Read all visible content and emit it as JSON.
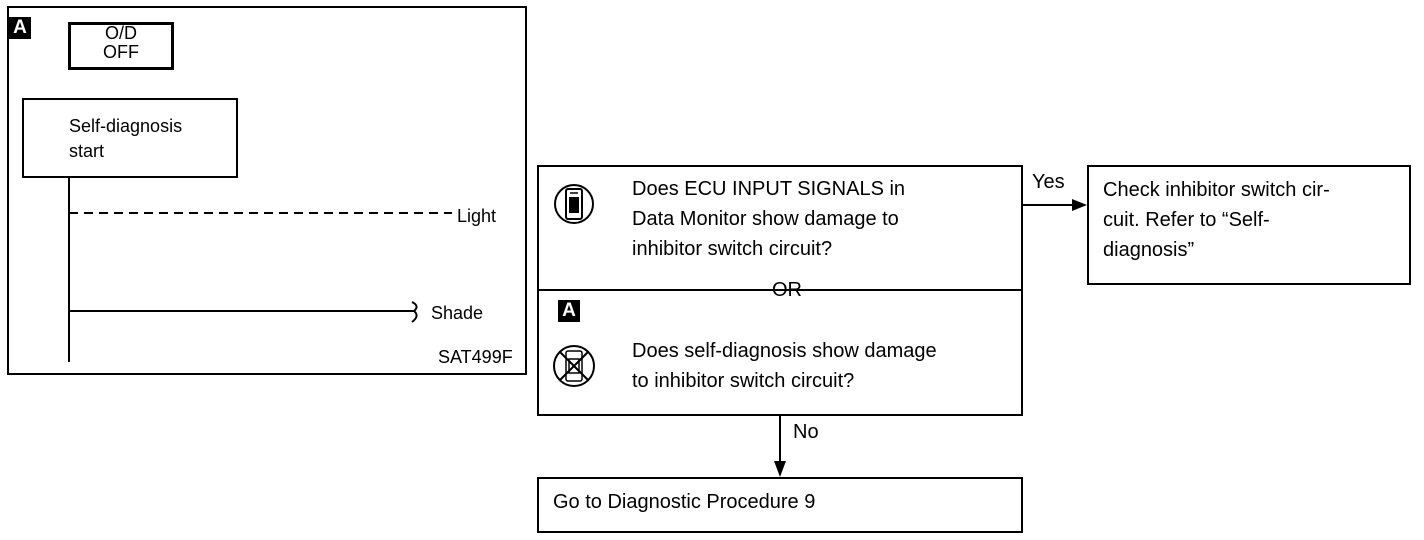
{
  "timing_panel": {
    "badge": "A",
    "od_off": "O/D\nOFF",
    "start_box": "Self-diagnosis\nstart",
    "light_label": "Light",
    "shade_label": "Shade",
    "figure_code": "SAT499F"
  },
  "flow": {
    "question_1": "Does ECU INPUT SIGNALS in\nData Monitor show damage to\ninhibitor switch circuit?",
    "or_label": "OR",
    "badge": "A",
    "question_2": "Does self-diagnosis show damage\nto inhibitor switch circuit?",
    "yes_label": "Yes",
    "yes_result": "Check inhibitor switch cir-\ncuit. Refer to “Self-\ndiagnosis”",
    "no_label": "No",
    "no_result": "Go to Diagnostic Procedure 9"
  }
}
